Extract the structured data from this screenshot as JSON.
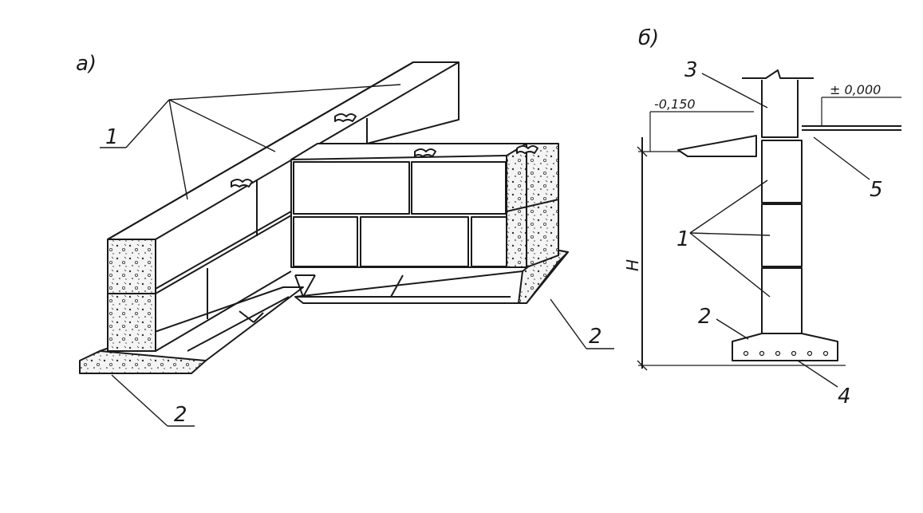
{
  "labels": {
    "part_a": "a)",
    "part_b": "б)",
    "a_block_leader": "1",
    "a_pad_left": "2",
    "a_pad_right": "2",
    "b_wall_blocks": "1",
    "b_pad": "2",
    "b_slab": "3",
    "b_rebar": "4",
    "b_waterproof": "5",
    "b_height": "H",
    "b_level_floor": "± 0,000",
    "b_level_ground": "-0,150"
  },
  "colors": {
    "ink": "#1a1a1a",
    "paper": "#ffffff"
  }
}
